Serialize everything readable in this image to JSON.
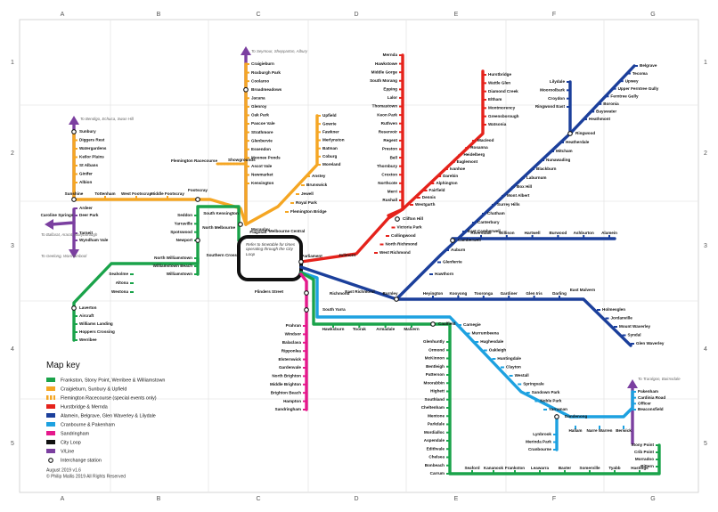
{
  "grid": {
    "cols": [
      "A",
      "B",
      "C",
      "D",
      "E",
      "F",
      "G"
    ],
    "rows": [
      "1",
      "2",
      "3",
      "4",
      "5"
    ]
  },
  "colors": {
    "frankston": "#1aa34a",
    "craigieburn": "#f5a623",
    "flemington": "#f5a623",
    "hurstbridge": "#e5221b",
    "belgrave": "#1b3f9b",
    "cranbourne": "#1da1e0",
    "sandringham": "#e5198c",
    "cityloop": "#111111",
    "vline": "#7b3fa0"
  },
  "key": {
    "title": "Map key",
    "items": [
      {
        "line": "frankston",
        "label": "Frankston, Stony Point, Werribee & Williamstown"
      },
      {
        "line": "craigieburn",
        "label": "Craigieburn, Sunbury & Upfield"
      },
      {
        "line": "flemington",
        "label": "Flemington Racecourse (special events only)"
      },
      {
        "line": "hurstbridge",
        "label": "Hurstbridge & Mernda"
      },
      {
        "line": "belgrave",
        "label": "Alamein, Belgrave, Glen Waverley & Lilydale"
      },
      {
        "line": "cranbourne",
        "label": "Cranbourne & Pakenham"
      },
      {
        "line": "sandringham",
        "label": "Sandringham"
      },
      {
        "line": "cityloop",
        "label": "City Loop"
      },
      {
        "line": "vline",
        "label": "V/Line"
      }
    ],
    "interchange_label": "Interchange station"
  },
  "footer": {
    "version": "August 2019 v1.6",
    "copyright": "© Philip Mallis 2019 All Rights Reserved"
  },
  "city_loop_note": "Refer to timetable for times operating through the City Loop",
  "vline_destinations": {
    "seymour": "To Seymour, Shepparton, Albury",
    "bendigo": "To Bendigo, Echuca, Swan Hill",
    "ballarat": "To Ballarat, Ararat, Maryborough",
    "geelong": "To Geelong, Warrnambool",
    "traralgon": "To Traralgon, Bairnsdale"
  },
  "stations": {
    "craigieburn": [
      "Craigieburn",
      "Roxburgh Park",
      "Coolaroo",
      "Broadmeadows",
      "Jacana",
      "Glenroy",
      "Oak Park",
      "Pascoe Vale",
      "Strathmore",
      "Glenbervie",
      "Essendon",
      "Moonee Ponds",
      "Ascot Vale",
      "Newmarket",
      "Kensington"
    ],
    "upfield": [
      "Upfield",
      "Gowrie",
      "Fawkner",
      "Merlynston",
      "Batman",
      "Coburg",
      "Moreland",
      "Anstey",
      "Brunswick",
      "Jewell",
      "Royal Park",
      "Flemington Bridge",
      "Macaulay"
    ],
    "flemington": [
      "Flemington Racecourse",
      "Showgrounds"
    ],
    "sunbury": [
      "Sunbury",
      "Diggers Rest",
      "Watergardens",
      "Keilor Plains",
      "St Albans",
      "Ginifer",
      "Albion",
      "Sunshine",
      "Tottenham",
      "West Footscray",
      "Middle Footscray",
      "Footscray",
      "South Kensington",
      "North Melbourne"
    ],
    "werribee": [
      "Seddon",
      "Yarraville",
      "Spotswood",
      "Newport",
      "North Williamstown",
      "Williamstown Beach",
      "Williamstown",
      "Seaholme",
      "Altona",
      "Westona",
      "Laverton",
      "Aircraft",
      "Williams Landing",
      "Hoppers Crossing",
      "Werribee"
    ],
    "vline_west": [
      "Ardeer",
      "Deer Park",
      "Caroline Springs",
      "Tarneit",
      "Wyndham Vale"
    ],
    "city": [
      "Southern Cross",
      "Flagstaff",
      "Melbourne Central",
      "Parliament",
      "Flinders Street",
      "Richmond",
      "South Yarra",
      "Jolimont"
    ],
    "mernda": [
      "Mernda",
      "Hawkstowe",
      "Middle Gorge",
      "South Morang",
      "Epping",
      "Lalor",
      "Thomastown",
      "Keon Park",
      "Ruthven",
      "Reservoir",
      "Regent",
      "Preston",
      "Bell",
      "Thornbury",
      "Croxton",
      "Northcote",
      "Merri",
      "Rushall",
      "Clifton Hill",
      "Victoria Park",
      "Collingwood",
      "North Richmond",
      "West Richmond"
    ],
    "hurstbridge": [
      "Hurstbridge",
      "Wattle Glen",
      "Diamond Creek",
      "Eltham",
      "Montmorency",
      "Greensborough",
      "Watsonia",
      "Macleod",
      "Rosanna",
      "Heidelberg",
      "Eaglemont",
      "Ivanhoe",
      "Darebin",
      "Alphington",
      "Fairfield",
      "Dennis",
      "Westgarth"
    ],
    "lilydale": [
      "Lilydale",
      "Mooroolbark",
      "Croydon",
      "Ringwood East",
      "Ringwood",
      "Heatherdale",
      "Mitcham",
      "Nunawading",
      "Blackburn",
      "Laburnum",
      "Box Hill",
      "Mont Albert",
      "Surrey Hills",
      "Chatham",
      "Canterbury",
      "East Camberwell",
      "Camberwell"
    ],
    "belgrave": [
      "Belgrave",
      "Tecoma",
      "Upwey",
      "Upper Ferntree Gully",
      "Ferntree Gully",
      "Boronia",
      "Bayswater",
      "Heathmont"
    ],
    "alamein": [
      "Riversdale",
      "Willison",
      "Hartwell",
      "Burwood",
      "Ashburton",
      "Alamein",
      "Auburn",
      "Glenferrie",
      "Hawthorn",
      "Burnley",
      "East Richmond"
    ],
    "glen_waverley": [
      "Heyington",
      "Kooyong",
      "Tooronga",
      "Gardiner",
      "Glen Iris",
      "Darling",
      "East Malvern",
      "Holmesglen",
      "Jordanville",
      "Mount Waverley",
      "Syndal",
      "Glen Waverley"
    ],
    "sandringham": [
      "Prahran",
      "Windsor",
      "Balaclava",
      "Ripponlea",
      "Elsternwick",
      "Gardenvale",
      "North Brighton",
      "Middle Brighton",
      "Brighton Beach",
      "Hampton",
      "Sandringham"
    ],
    "frankston": [
      "Hawksburn",
      "Toorak",
      "Armadale",
      "Malvern",
      "Caulfield",
      "Glenhuntly",
      "Ormond",
      "McKinnon",
      "Bentleigh",
      "Patterson",
      "Moorabbin",
      "Highett",
      "Southland",
      "Cheltenham",
      "Mentone",
      "Parkdale",
      "Mordialloc",
      "Aspendale",
      "Edithvale",
      "Chelsea",
      "Bonbeach",
      "Carrum",
      "Seaford",
      "Kananook",
      "Frankston"
    ],
    "stony_point": [
      "Leawarra",
      "Baxter",
      "Somerville",
      "Tyabb",
      "Hastings",
      "Bittern",
      "Morradoo",
      "Crib Point",
      "Stony Point"
    ],
    "cranbourne": [
      "Carnegie",
      "Murrumbeena",
      "Hughesdale",
      "Oakleigh",
      "Huntingdale",
      "Clayton",
      "Westall",
      "Springvale",
      "Sandown Park",
      "Noble Park",
      "Yarraman",
      "Dandenong",
      "Lynbrook",
      "Merinda Park",
      "Cranbourne",
      "Hallam",
      "Narre Warren",
      "Berwick",
      "Beaconsfield",
      "Officer",
      "Cardinia Road",
      "Pakenham"
    ]
  }
}
